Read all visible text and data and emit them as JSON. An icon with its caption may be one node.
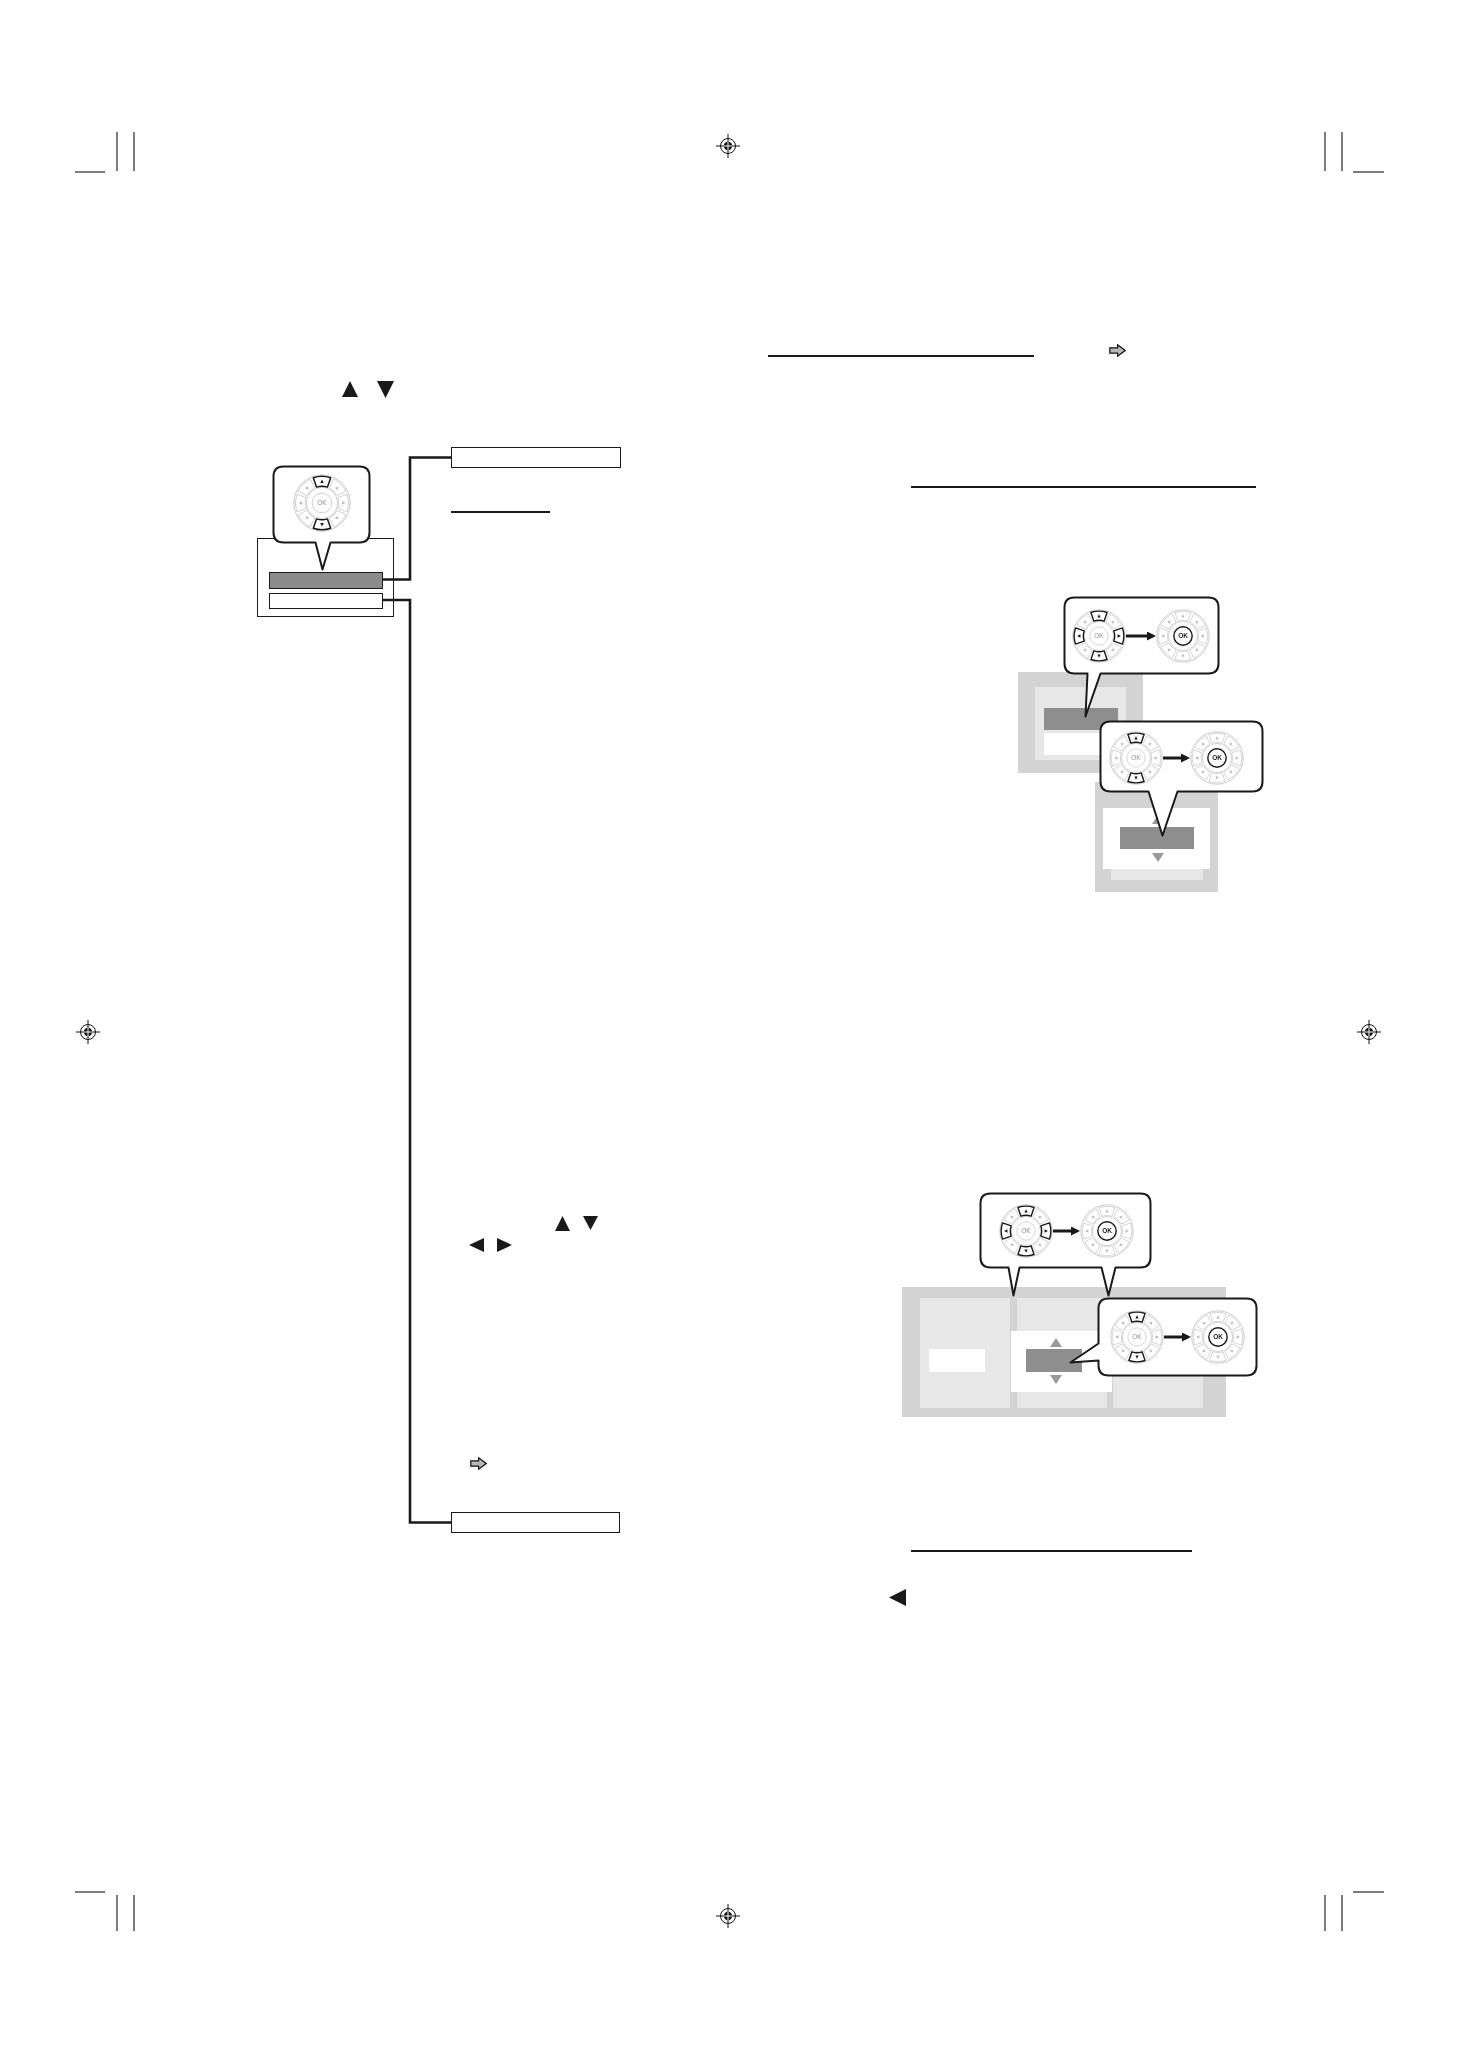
{
  "diagram": {
    "nodes": [
      {
        "text": [],
        "shape": "bubble"
      },
      {
        "text": [
          "OK"
        ],
        "in": 0
      },
      {
        "text": [],
        "shape": "box"
      },
      {
        "text": [],
        "shape": "bar",
        "in": 2
      },
      {
        "text": [],
        "shape": "bar",
        "in": 2
      },
      {
        "text": [],
        "shape": "box"
      },
      {
        "text": [],
        "shape": "box"
      },
      {
        "text": [],
        "shape": "bubble"
      },
      {
        "text": [
          "OK"
        ],
        "in": 7
      },
      {
        "text": [
          "OK"
        ],
        "in": 7
      },
      {
        "text": [],
        "shape": "bubble"
      },
      {
        "text": [
          "OK"
        ],
        "in": 10
      },
      {
        "text": [
          "OK"
        ],
        "in": 10
      },
      {
        "text": [],
        "shape": "bubble"
      },
      {
        "text": [
          "OK"
        ],
        "in": 13
      },
      {
        "text": [
          "OK"
        ],
        "in": 13
      },
      {
        "text": [],
        "shape": "bubble"
      },
      {
        "text": [
          "OK"
        ],
        "in": 16
      },
      {
        "text": [
          "OK"
        ],
        "in": 16
      }
    ],
    "edges": [
      {
        "from": 3,
        "to": 5,
        "arrow": "none"
      },
      {
        "from": 4,
        "to": 6,
        "arrow": "none"
      },
      {
        "from": 8,
        "to": 9,
        "arrow": "to"
      },
      {
        "from": 11,
        "to": 12,
        "arrow": "to"
      },
      {
        "from": 14,
        "to": 15,
        "arrow": "to"
      },
      {
        "from": 17,
        "to": 18,
        "arrow": "to"
      }
    ]
  }
}
